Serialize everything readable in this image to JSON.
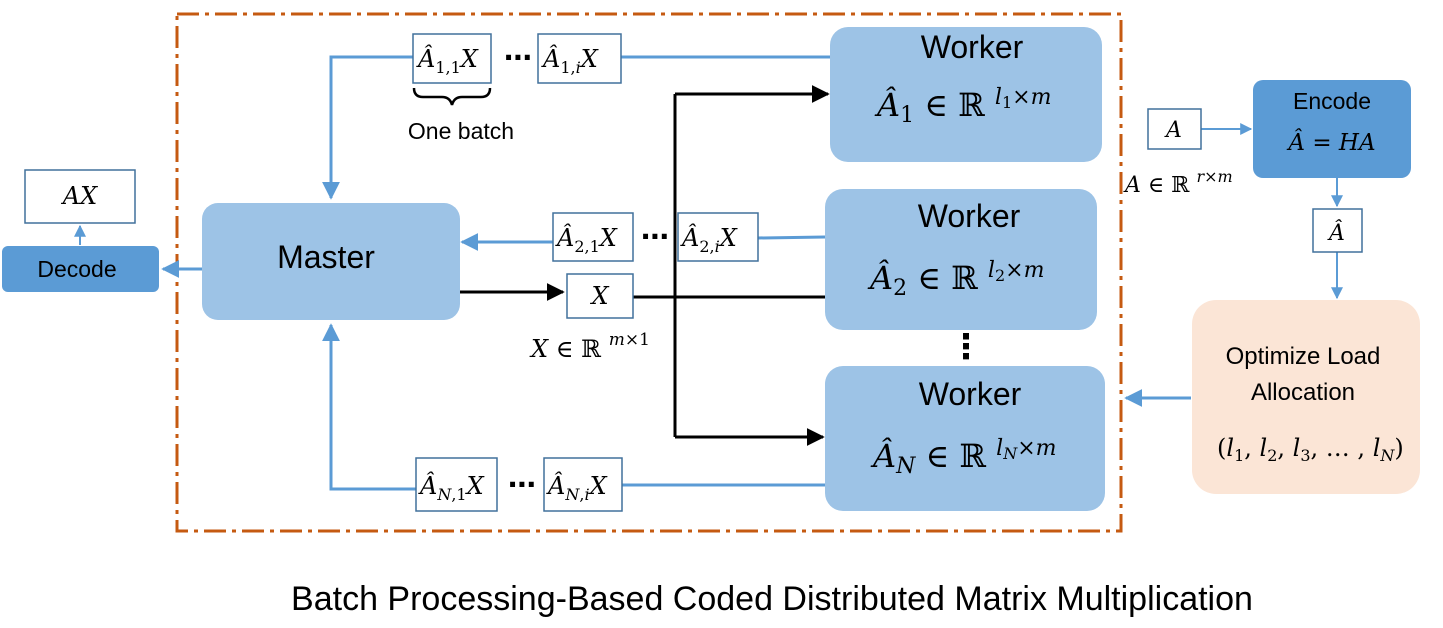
{
  "caption": "Batch Processing-Based Coded Distributed Matrix Multiplication",
  "master": {
    "label": "Master"
  },
  "decode": {
    "label": "Decode",
    "output": "AX"
  },
  "encode": {
    "title": "Encode",
    "formula": "Â = HA",
    "input": "A",
    "input_domain": "A ∈ ℝ r×m",
    "output": "Â"
  },
  "optimize": {
    "line1": "Optimize Load",
    "line2": "Allocation",
    "tuple": "(l₁, l₂, l₃, … , lN)"
  },
  "workers": [
    {
      "title": "Worker",
      "formula": "Â₁ ∈ ℝ l₁×m"
    },
    {
      "title": "Worker",
      "formula": "Â₂ ∈ ℝ l₂×m"
    },
    {
      "title": "Worker",
      "formula": "ÂN ∈ ℝ lN×m"
    }
  ],
  "vector": {
    "label": "X",
    "domain": "X ∈ ℝ m×1"
  },
  "batches": {
    "row1": [
      "Â1,1X",
      "Â1,iX"
    ],
    "row2": [
      "Â2,1X",
      "Â2,iX"
    ],
    "rowN": [
      "ÂN,1X",
      "ÂN,iX"
    ],
    "brace_label": "One batch",
    "dots": "⋯"
  },
  "vertical_dots": "⋮",
  "colors": {
    "frame": "#C55A11",
    "box_light": "#9DC3E6",
    "box_dark": "#5B9BD5",
    "box_peach": "#FBE5D6",
    "arrow_blue": "#5B9BD5",
    "arrow_black": "#000000",
    "small_box_border": "#41719C"
  }
}
